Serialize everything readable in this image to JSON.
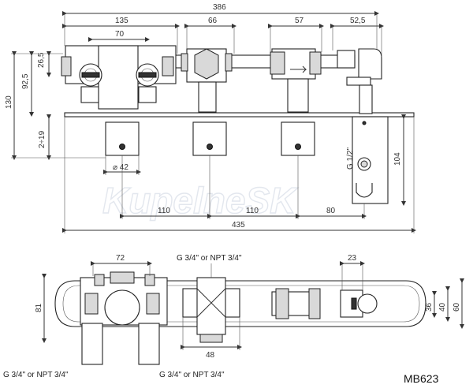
{
  "watermark": "KupelneSK",
  "model_code": "MB623",
  "top_view": {
    "dims_top": [
      "386",
      "135",
      "66",
      "57",
      "52,5",
      "70"
    ],
    "dims_left": [
      "26,5",
      "92,5",
      "130",
      "2÷19"
    ],
    "dims_bottom": [
      "110",
      "110",
      "80",
      "435"
    ],
    "dims_right": [
      "104"
    ],
    "dia_label": "⌀ 42",
    "thread_label": "G 1/2\""
  },
  "bottom_view": {
    "dims_top": [
      "72",
      "23"
    ],
    "dims_left": [
      "81"
    ],
    "dims_right": [
      "36",
      "40",
      "60"
    ],
    "dims_mid": [
      "48"
    ],
    "connection_top": "G 3/4\" or NPT 3/4\"",
    "connection_bottom_left": "G 3/4\" or NPT 3/4\"",
    "connection_bottom_mid": "G 3/4\" or NPT 3/4\""
  }
}
